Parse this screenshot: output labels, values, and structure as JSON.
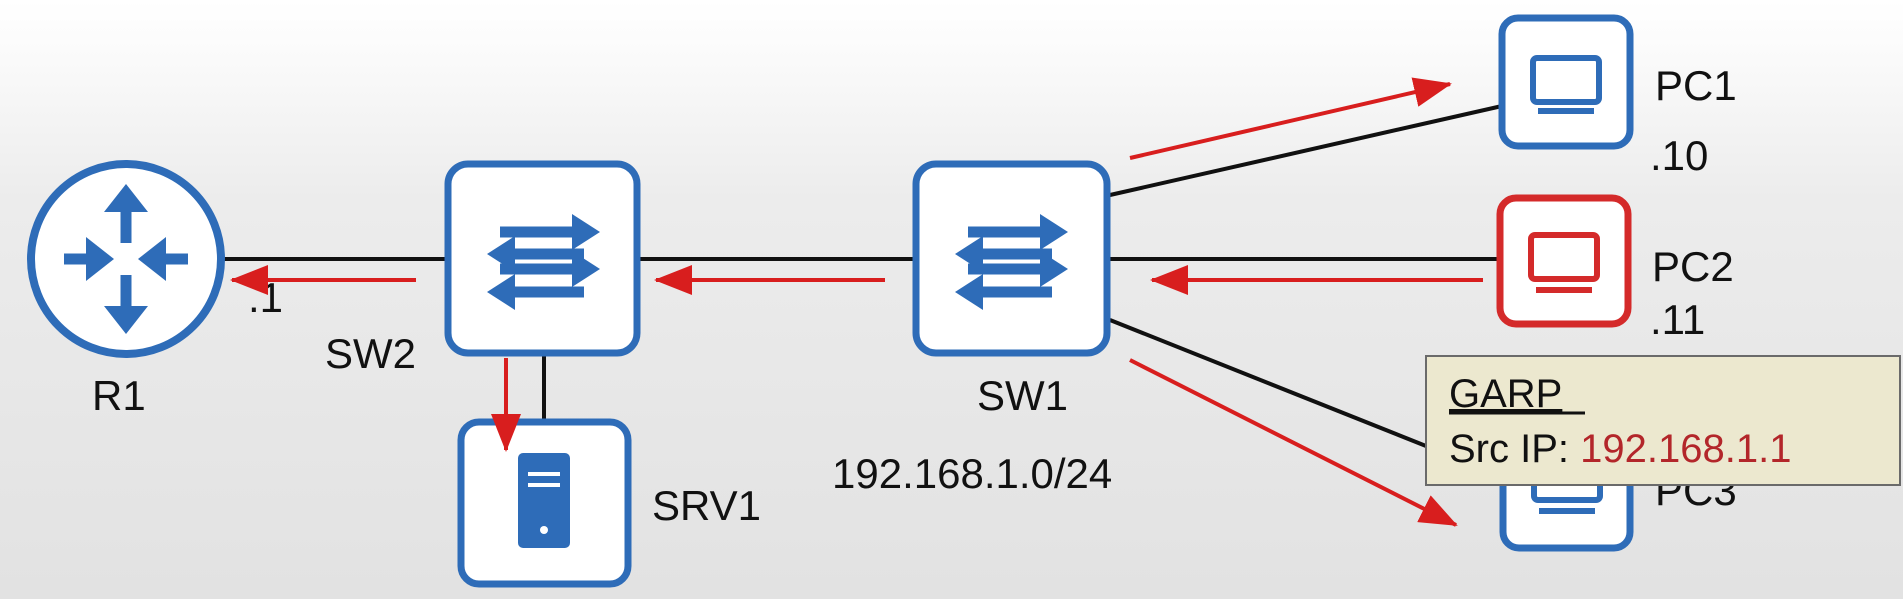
{
  "colors": {
    "device_blue": "#2e6cb8",
    "host_red": "#d42a2a",
    "arrow_red": "#d81e1e",
    "link_black": "#111111",
    "tooltip_bg": "#ece8cf",
    "tooltip_ip": "#b3262a"
  },
  "devices": {
    "r1": {
      "label": "R1",
      "icon": "router-icon",
      "ip_suffix": ".1"
    },
    "sw2": {
      "label": "SW2",
      "icon": "switch-icon"
    },
    "srv1": {
      "label": "SRV1",
      "icon": "server-icon"
    },
    "sw1": {
      "label": "SW1",
      "icon": "switch-icon"
    },
    "pc1": {
      "label": "PC1",
      "icon": "monitor-icon",
      "ip_suffix": ".10"
    },
    "pc2": {
      "label": "PC2",
      "icon": "monitor-icon",
      "ip_suffix": ".11"
    },
    "pc3": {
      "label": "PC3",
      "icon": "monitor-icon"
    }
  },
  "network": {
    "subnet": "192.168.1.0/24"
  },
  "tooltip": {
    "title": "GARP",
    "src_label": "Src IP: ",
    "src_ip": "192.168.1.1"
  }
}
